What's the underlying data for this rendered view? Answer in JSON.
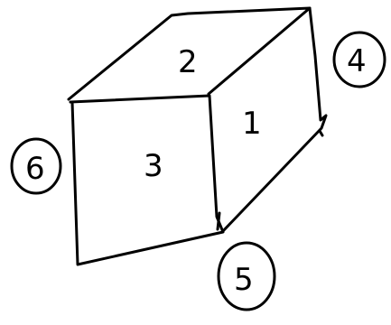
{
  "diagram": {
    "type": "cube-net-sketch",
    "faces": {
      "top": "2",
      "front": "3",
      "right": "1"
    },
    "hidden_faces": {
      "back_right": "4",
      "left": "6",
      "bottom": "5"
    },
    "ink_color": "#000000",
    "background_color": "#ffffff"
  }
}
